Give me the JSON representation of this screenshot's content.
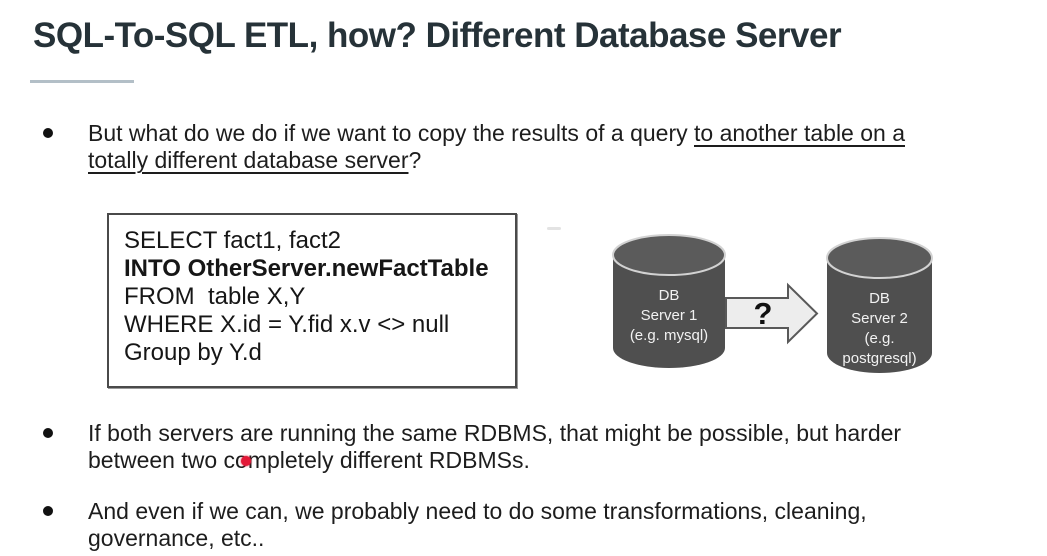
{
  "slide": {
    "title": "SQL-To-SQL ETL, how? Different Database Server"
  },
  "bullets": [
    {
      "lines": [
        {
          "pre": "But what do we do if we want to copy the results of a query ",
          "u": "to another table on a",
          "post": ""
        },
        {
          "pre": "",
          "u": "totally different database server",
          "post": "?"
        }
      ]
    },
    {
      "lines": [
        {
          "pre": "If both servers are running the same RDBMS, that might be possible, but harder",
          "u": "",
          "post": ""
        },
        {
          "pre": "between two completely different RDBMSs.",
          "u": "",
          "post": ""
        }
      ]
    },
    {
      "lines": [
        {
          "pre": "And even if we can, we probably need to do some transformations, cleaning,",
          "u": "",
          "post": ""
        },
        {
          "pre": "governance, etc..",
          "u": "",
          "post": ""
        }
      ]
    }
  ],
  "code": {
    "lines": [
      "SELECT fact1, fact2",
      "INTO OtherServer.newFactTable",
      "FROM  table X,Y",
      "WHERE X.id = Y.fid x.v <> null",
      "Group by Y.d"
    ]
  },
  "diagram": {
    "db1": {
      "lines": [
        "DB",
        "Server 1",
        "(e.g. mysql)"
      ]
    },
    "db2": {
      "lines": [
        "DB",
        "Server 2",
        "(e.g.",
        "postgresql)"
      ]
    },
    "arrow_label": "?"
  },
  "colors": {
    "title": "#263238",
    "body_text": "#1d1d1d",
    "divider": "#b3bfc7",
    "code_border": "#4a4a4a",
    "cylinder_body": "#4f4f4f",
    "cylinder_top": "#5b5b5b",
    "cylinder_rim": "#d2d2d2",
    "cylinder_label": "#f2f2f2",
    "arrow_fill": "#ededed",
    "arrow_stroke": "#595959",
    "laser_dot": "#e31837"
  }
}
